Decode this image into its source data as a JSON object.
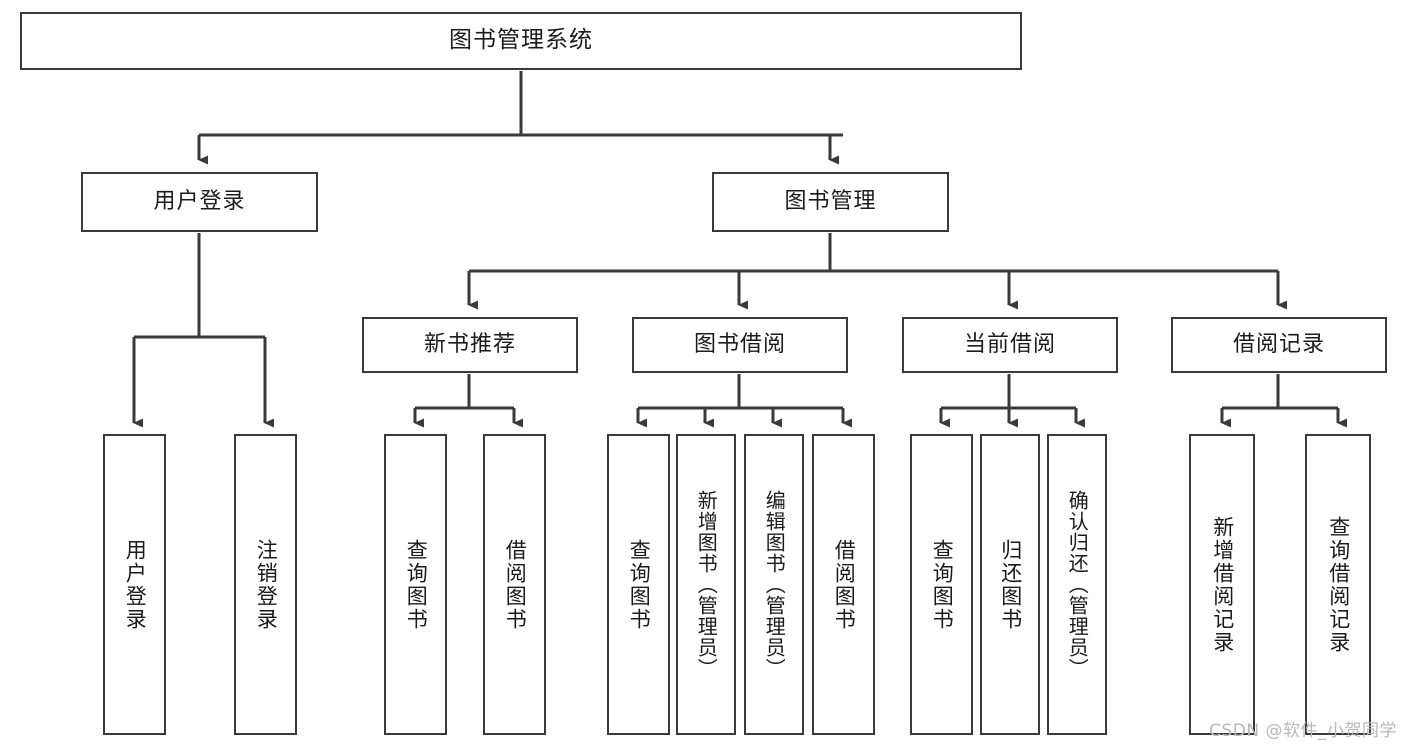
{
  "diagram": {
    "title": "图书管理系统",
    "watermark": "CSDN @软件_小贺同学",
    "type": "tree-hierarchy",
    "line_color": "#3a3a3a",
    "box_fill": "#ffffff",
    "text_color": "#1b1b1b",
    "watermark_color": "#b8b8b8"
  },
  "nodes": {
    "root": {
      "label": "图书管理系统"
    },
    "level1": [
      {
        "label": "用户登录"
      },
      {
        "label": "图书管理"
      }
    ],
    "level2": [
      {
        "label": "新书推荐"
      },
      {
        "label": "图书借阅"
      },
      {
        "label": "当前借阅"
      },
      {
        "label": "借阅记录"
      }
    ],
    "leaves": {
      "user_login": [
        {
          "label": "用户登录"
        },
        {
          "label": "注销登录"
        }
      ],
      "new_book_recommend": [
        {
          "label": "查询图书"
        },
        {
          "label": "借阅图书"
        }
      ],
      "book_borrow": [
        {
          "label": "查询图书"
        },
        {
          "label": "新增图书（管理员）"
        },
        {
          "label": "编辑图书（管理员）"
        },
        {
          "label": "借阅图书"
        }
      ],
      "current_borrow": [
        {
          "label": "查询图书"
        },
        {
          "label": "归还图书"
        },
        {
          "label": "确认归还（管理员）"
        }
      ],
      "borrow_record": [
        {
          "label": "新增借阅记录"
        },
        {
          "label": "查询借阅记录"
        }
      ]
    }
  }
}
